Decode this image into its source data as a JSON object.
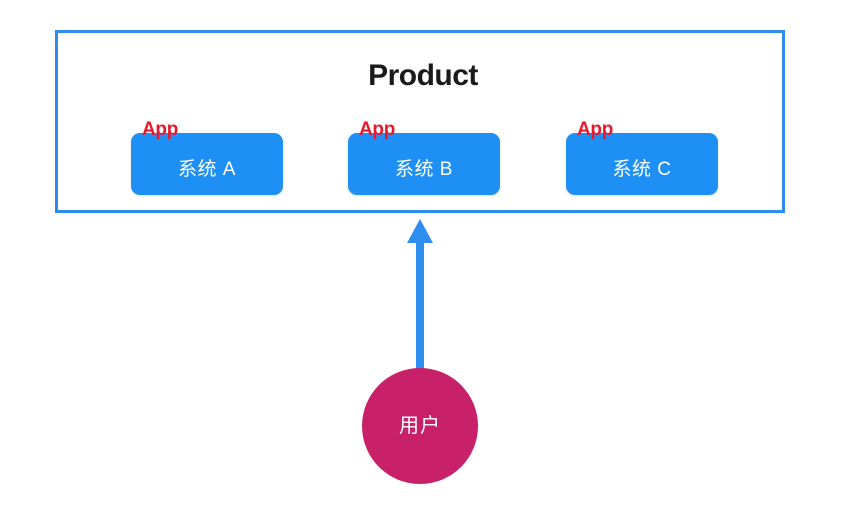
{
  "diagram": {
    "title": "Product",
    "container": {
      "label": "Product",
      "border_color": "#2e8ef0"
    },
    "systems": [
      {
        "tag": "App",
        "name": "系统 A",
        "color": "#1e8ff5",
        "tag_color": "#e8192c"
      },
      {
        "tag": "App",
        "name": "系统 B",
        "color": "#1e8ff5",
        "tag_color": "#e8192c"
      },
      {
        "tag": "App",
        "name": "系统 C",
        "color": "#1e8ff5",
        "tag_color": "#e8192c"
      }
    ],
    "actor": {
      "label": "用户",
      "color": "#c9206a",
      "text_color": "#ffffff"
    },
    "connector": {
      "name": "arrow-up",
      "color": "#2e8ef0",
      "from": "用户",
      "to": "Product"
    }
  }
}
